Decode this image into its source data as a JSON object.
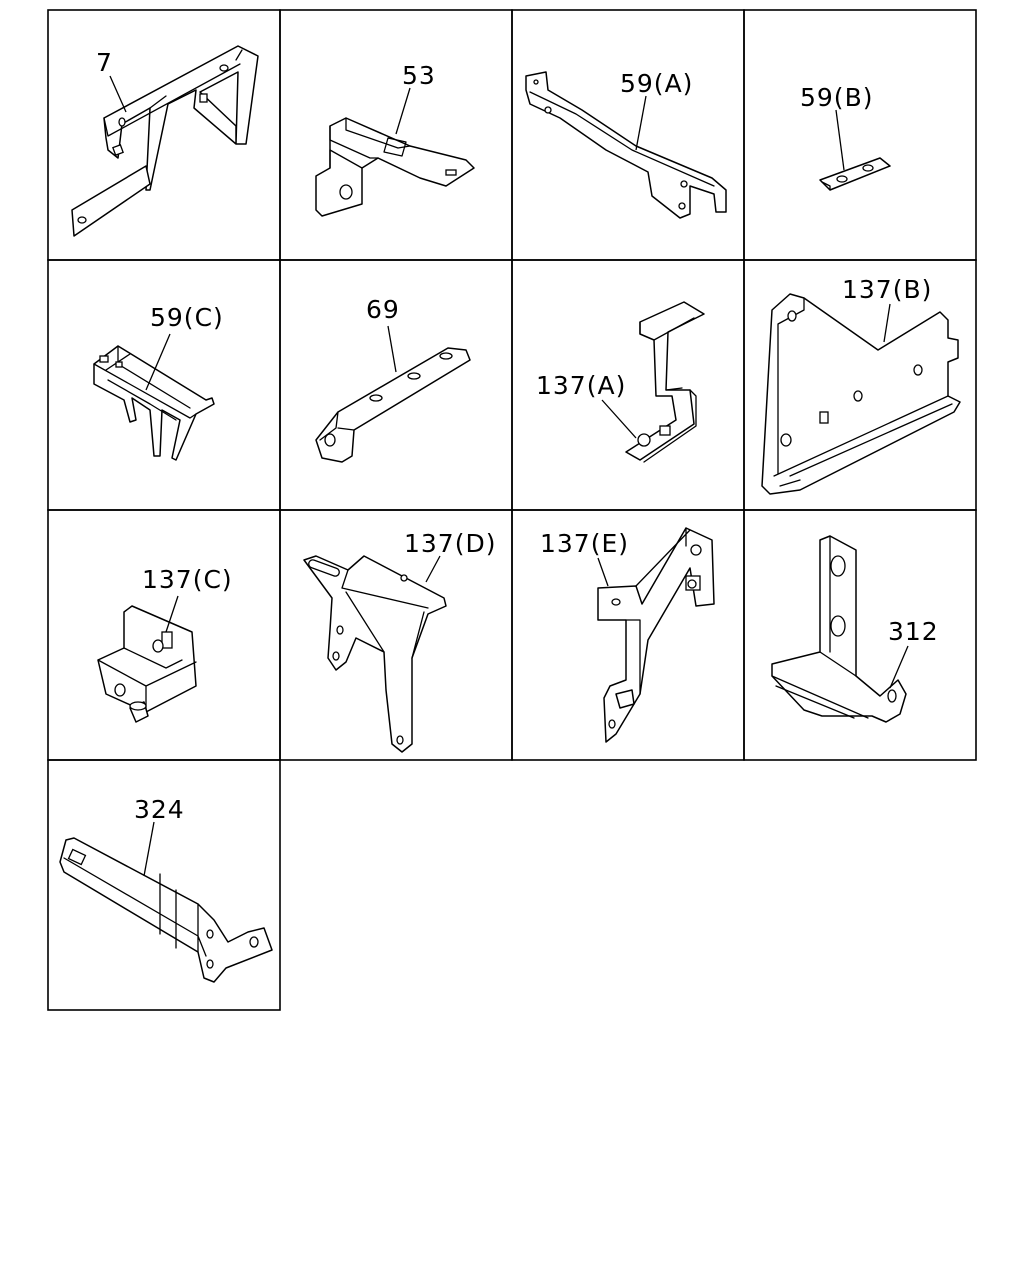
{
  "cells": [
    {
      "label": "7",
      "icon": "bracket-frame"
    },
    {
      "label": "53",
      "icon": "hinged-bracket"
    },
    {
      "label": "59(A)",
      "icon": "long-stay-bracket"
    },
    {
      "label": "59(B)",
      "icon": "small-plate"
    },
    {
      "label": "59(C)",
      "icon": "box-bracket"
    },
    {
      "label": "69",
      "icon": "flat-bracket"
    },
    {
      "label": "137(A)",
      "icon": "z-bracket-with-nut"
    },
    {
      "label": "137(B)",
      "icon": "large-plate-bracket"
    },
    {
      "label": "137(C)",
      "icon": "angle-bracket-with-stud"
    },
    {
      "label": "137(D)",
      "icon": "tall-slotted-bracket"
    },
    {
      "label": "137(E)",
      "icon": "offset-bracket-with-stud"
    },
    {
      "label": "312",
      "icon": "l-bracket"
    },
    {
      "label": "324",
      "icon": "long-strap-bracket"
    }
  ]
}
